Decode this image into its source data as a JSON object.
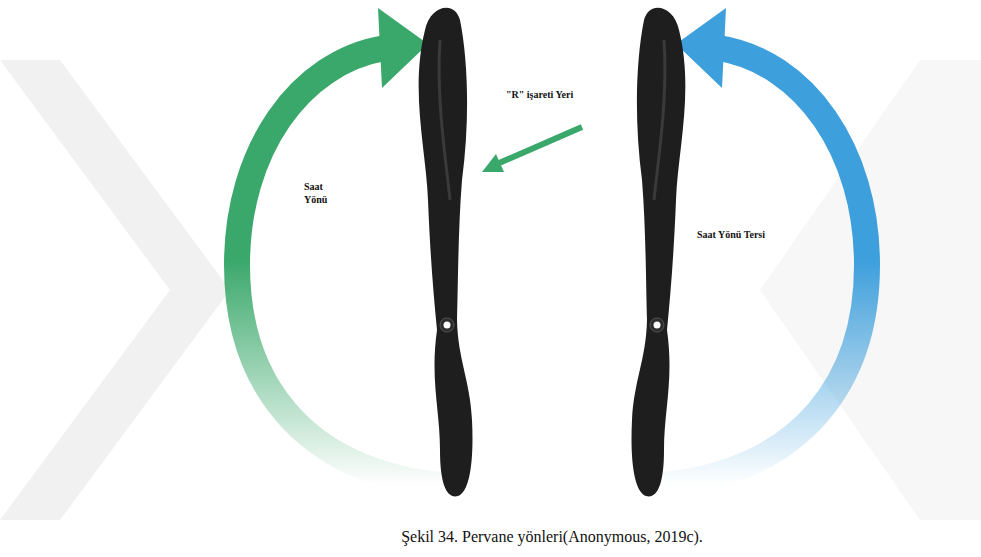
{
  "diagram": {
    "caption": "Şekil 34. Pervane yönleri(Anonymous, 2019c).",
    "labels": [
      "Saat Yönü",
      "\"R\" işareti Yeri",
      "Saat Yönü Tersi"
    ]
  }
}
